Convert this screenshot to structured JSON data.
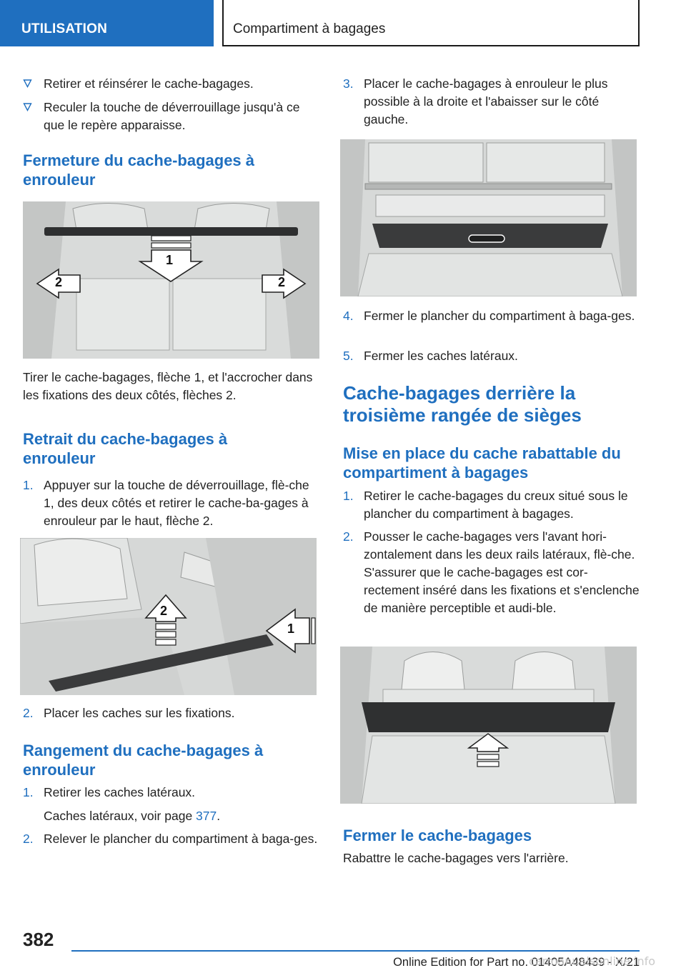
{
  "header": {
    "section": "UTILISATION",
    "chapter": "Compartiment à bagages"
  },
  "left": {
    "bullets": [
      "Retirer et réinsérer le cache-bagages.",
      "Reculer la touche de déverrouillage jusqu'à ce que le repère apparaisse."
    ],
    "h_fermeture": "Fermeture du cache-bagages à enrouleur",
    "p_fermeture": "Tirer le cache-bagages, flèche 1, et l'accrocher dans les fixations des deux côtés, flèches 2.",
    "h_retrait": "Retrait du cache-bagages à enrouleur",
    "retrait_steps": [
      {
        "num": "1.",
        "text": "Appuyer sur la touche de déverrouillage, flè-che 1, des deux côtés et retirer le cache-ba-gages à enrouleur par le haut, flèche 2."
      },
      {
        "num": "2.",
        "text": "Placer les caches sur les fixations."
      }
    ],
    "h_rangement": "Rangement du cache-bagages à enrouleur",
    "rangement_steps": [
      {
        "num": "1.",
        "text": "Retirer les caches latéraux."
      },
      {
        "num": "2.",
        "text": "Relever le plancher du compartiment à baga-ges."
      }
    ],
    "caches_ref": "Caches latéraux, voir page ",
    "caches_page": "377",
    "caches_end": "."
  },
  "right": {
    "rangement_steps": [
      {
        "num": "3.",
        "text": "Placer le cache-bagages à enrouleur le plus possible à la droite et l'abaisser sur le côté gauche."
      },
      {
        "num": "4.",
        "text": "Fermer le plancher du compartiment à baga-ges."
      },
      {
        "num": "5.",
        "text": "Fermer les caches latéraux."
      }
    ],
    "h_cache3": "Cache-bagages derrière la troisième rangée de sièges",
    "h_mise": "Mise en place du cache rabattable du compartiment à bagages",
    "mise_steps": [
      {
        "num": "1.",
        "text": "Retirer le cache-bagages du creux situé sous le plancher du compartiment à bagages."
      },
      {
        "num": "2.",
        "text": "Pousser le cache-bagages vers l'avant hori-zontalement dans les deux rails latéraux, flè-che. S'assurer que le cache-bagages est cor-rectement inséré dans les fixations et s'enclenche de manière perceptible et audi-ble."
      }
    ],
    "h_fermer": "Fermer le cache-bagages",
    "p_fermer": "Rabattre le cache-bagages vers l'arrière."
  },
  "figures": {
    "fig1_labels": [
      "1",
      "2",
      "2"
    ],
    "fig2_labels": [
      "2",
      "1"
    ]
  },
  "footer": {
    "page": "382",
    "edition": "Online Edition for Part no. 01405A48439 - X/21",
    "watermark": "carmanualsonline.info"
  },
  "colors": {
    "accent": "#1f6fbf",
    "text": "#222222",
    "figure_bg": "#d8dad9"
  }
}
